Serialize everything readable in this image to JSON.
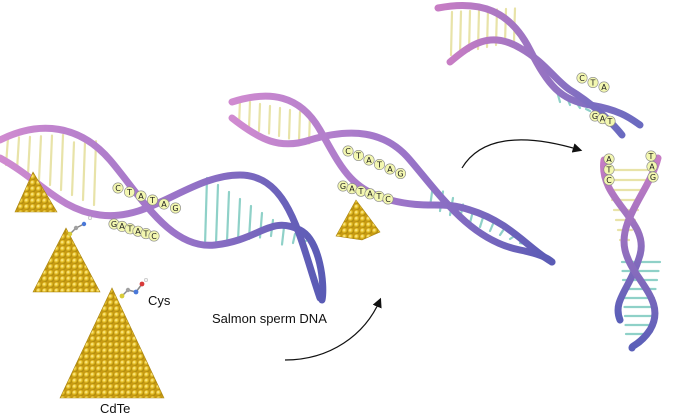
{
  "labels": {
    "cys": "Cys",
    "salmon": "Salmon sperm DNA",
    "cdte": "CdTe"
  },
  "sequences": {
    "left_top": [
      "C",
      "T",
      "A",
      "T",
      "A",
      "G"
    ],
    "left_bottom": [
      "G",
      "A",
      "T",
      "A",
      "T",
      "C"
    ],
    "middle_top": [
      "C",
      "T",
      "A",
      "T",
      "A",
      "G"
    ],
    "middle_bottom": [
      "G",
      "A",
      "T",
      "A",
      "T",
      "C"
    ],
    "right_upper_top": [
      "C",
      "T",
      "A"
    ],
    "right_upper_bottom": [
      "G",
      "A",
      "T"
    ],
    "right_lower_left": [
      "A",
      "T",
      "C"
    ],
    "right_lower_right": [
      "T",
      "A",
      "G"
    ]
  },
  "colors": {
    "backbone_pink": "#c77dc4",
    "backbone_blue": "#6a62b8",
    "rung_yellow": "#e8e3a8",
    "rung_teal": "#8fd1c8",
    "gold": "#e0b820",
    "base_circle": "#f3f7b0"
  }
}
